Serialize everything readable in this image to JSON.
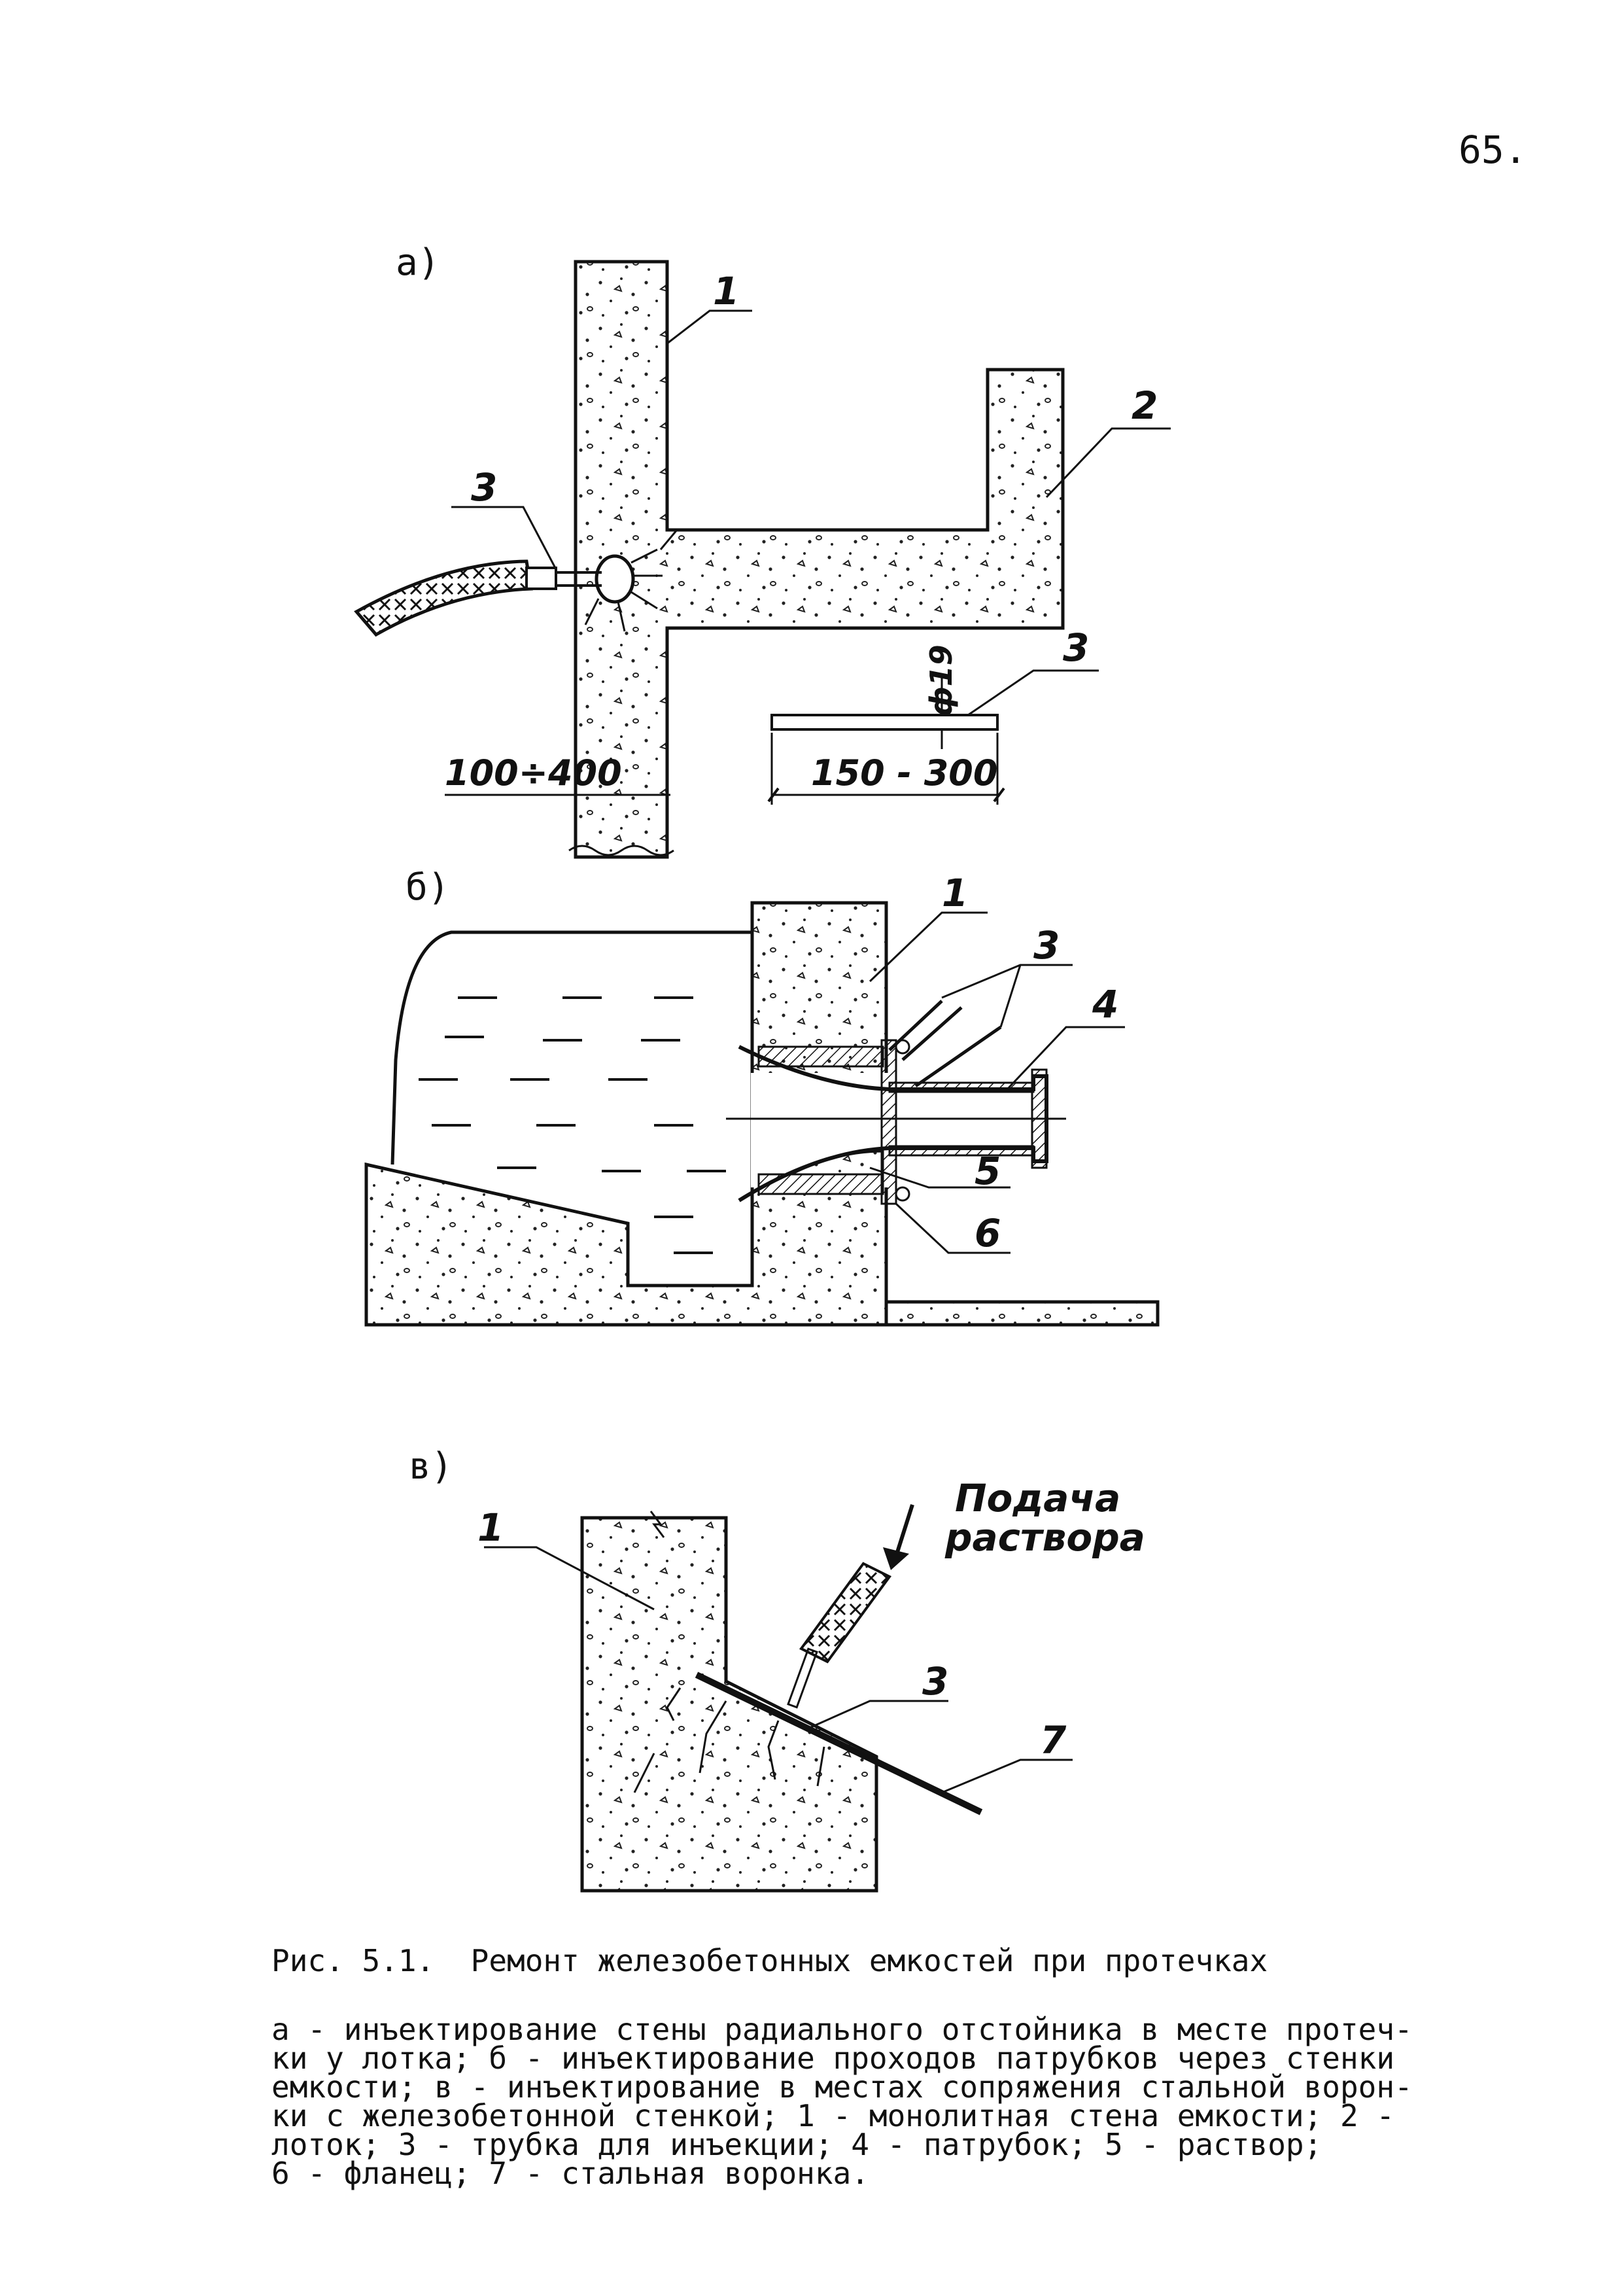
{
  "page_number": "65.",
  "figure": {
    "a": {
      "section_label": "а)",
      "labels": {
        "wall": "1",
        "tray": "2",
        "tube": "3",
        "tube_detail": "3"
      },
      "dims": {
        "wall_thickness": "100÷400",
        "tube_length": "150 - 300",
        "tube_diameter": "ф19"
      }
    },
    "b": {
      "section_label": "б)",
      "labels": {
        "wall": "1",
        "tubes": "3",
        "nozzle": "4",
        "mortar": "5",
        "flange": "6"
      }
    },
    "v": {
      "section_label": "в)",
      "labels": {
        "wall": "1",
        "tube": "3",
        "funnel": "7"
      },
      "note_line1": "Подача",
      "note_line2": "раствора"
    }
  },
  "caption": {
    "title": "Рис. 5.1.  Ремонт железобетонных емкостей при протечках",
    "lines": [
      "а - инъектирование стены радиального отстойника в месте протеч-",
      "ки у лотка; б - инъектирование проходов патрубков через стенки",
      "емкости; в - инъектирование в местах сопряжения стальной ворон-",
      "ки с железобетонной стенкой; 1 - монолитная стена емкости; 2 -",
      "лоток; 3 - трубка для инъекции; 4 - патрубок; 5 - раствор;",
      "6 - фланец; 7 - стальная воронка."
    ]
  }
}
